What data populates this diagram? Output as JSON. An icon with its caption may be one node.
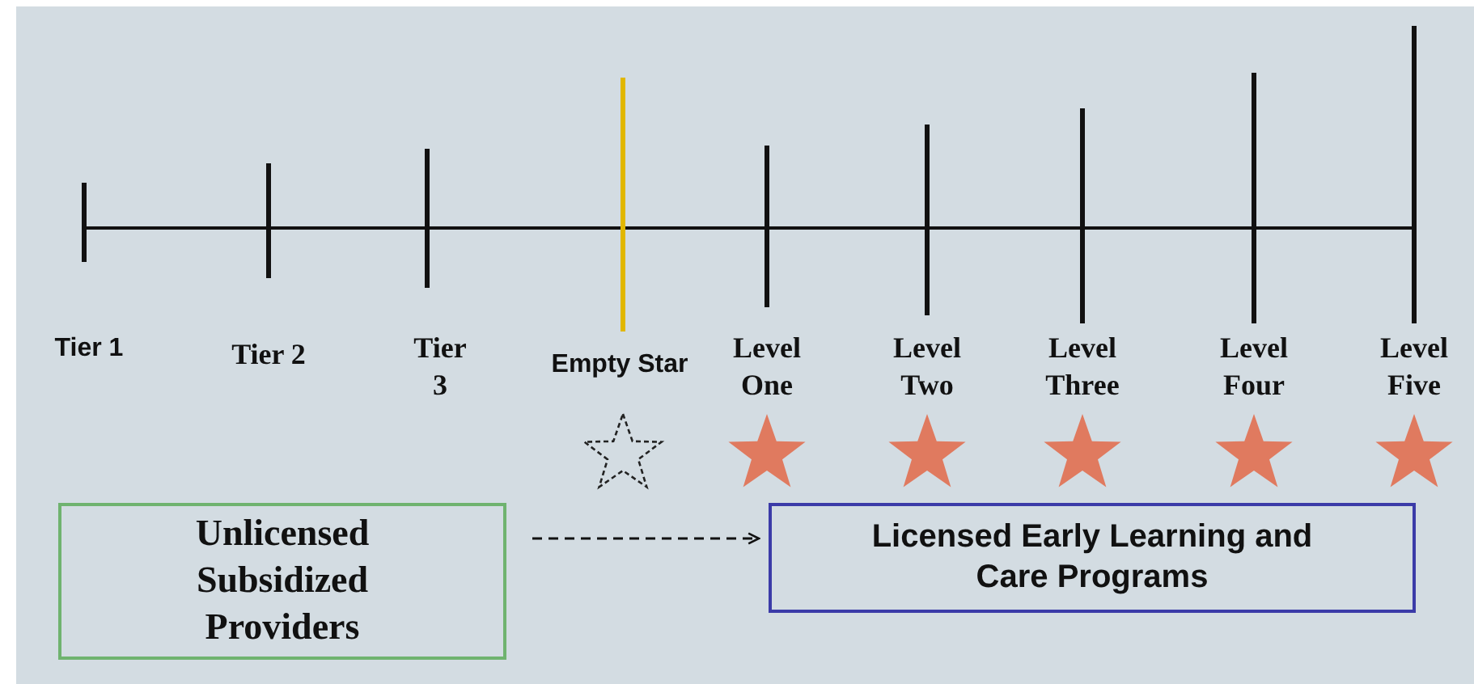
{
  "diagram": {
    "nodes": [
      {
        "text": [
          "Unlicensed Subsidized Providers"
        ]
      },
      {
        "text": [
          "Licensed Early Learning and Care Programs"
        ]
      }
    ],
    "edges": [
      {
        "from": 0,
        "to": 1,
        "arrow": "to",
        "style": "dashed"
      }
    ],
    "labels": [
      "Tier 1",
      "Tier 2",
      "Tier 3",
      "Empty Star",
      "Level One",
      "Level Two",
      "Level Three",
      "Level Four",
      "Level Five"
    ]
  }
}
